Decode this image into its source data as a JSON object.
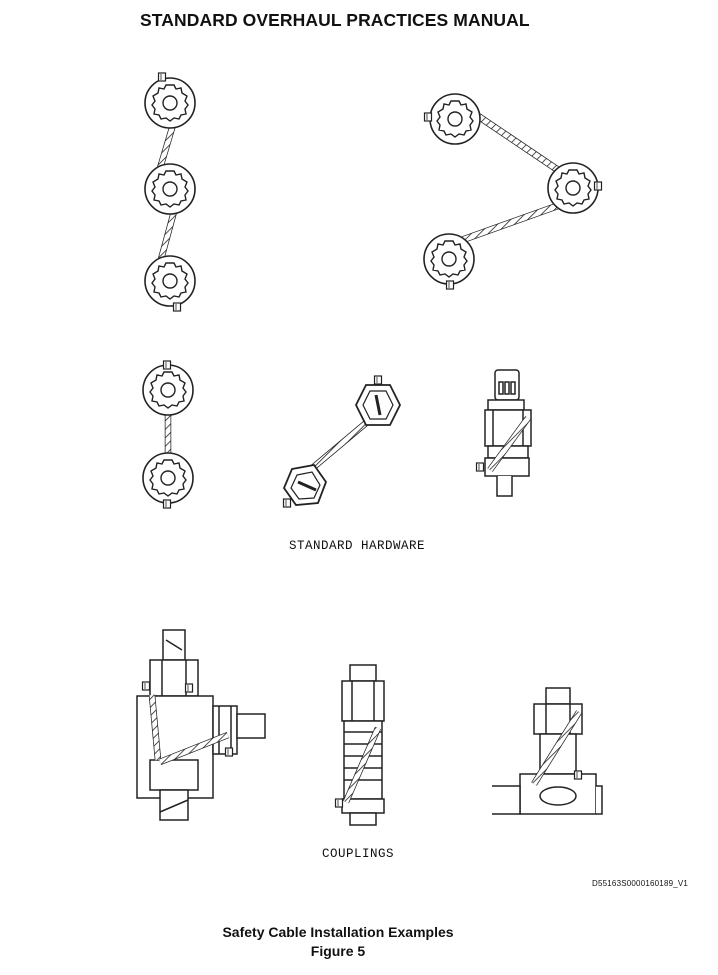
{
  "header": {
    "title": "STANDARD OVERHAUL PRACTICES MANUAL"
  },
  "figure": {
    "caption_standard": "STANDARD HARDWARE",
    "caption_couplings": "COUPLINGS",
    "drawing_id": "D55163S0000160189_V1",
    "title": "Safety Cable Installation Examples",
    "number": "Figure 5"
  }
}
